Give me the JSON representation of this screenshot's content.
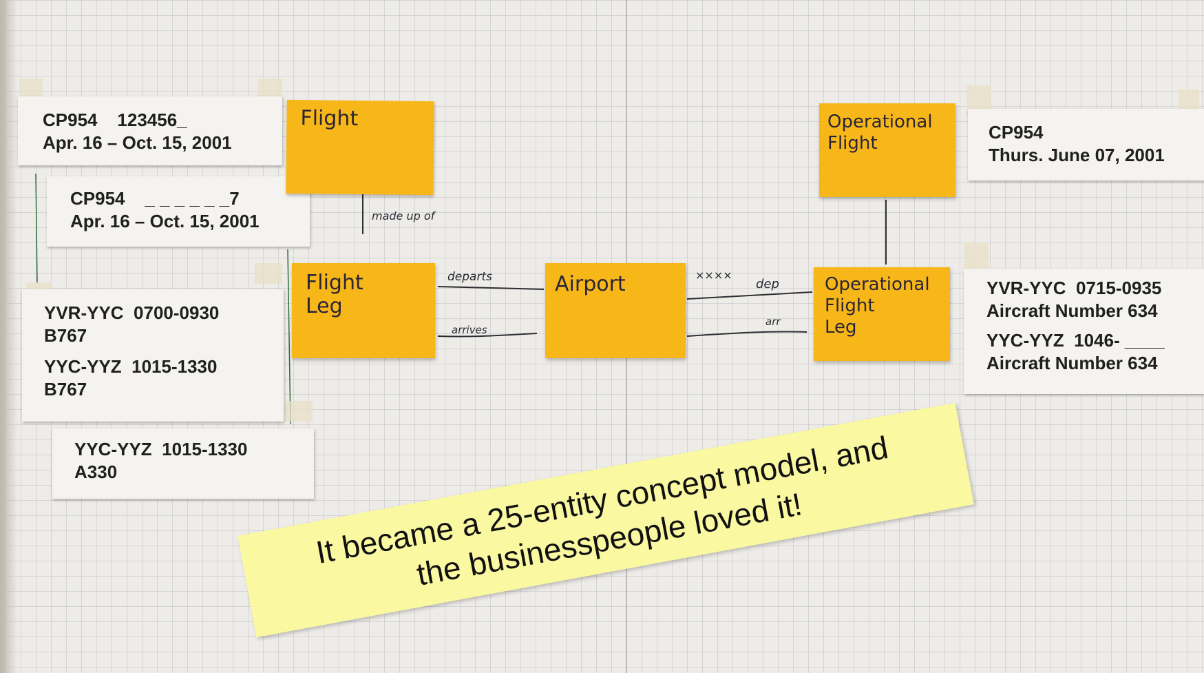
{
  "schedule_cards": [
    {
      "lines": [
        "CP954    123456_",
        "Apr. 16 – Oct. 15, 2001"
      ]
    },
    {
      "lines": [
        "CP954    _ _ _ _ _ _7",
        "Apr. 16 – Oct. 15, 2001"
      ]
    },
    {
      "lines": [
        "YVR-YYC  0700-0930",
        "B767",
        "YYC-YYZ  1015-1330",
        "B767"
      ]
    },
    {
      "lines": [
        "YYC-YYZ  1015-1330",
        "A330"
      ]
    },
    {
      "lines": [
        "CP954",
        "Thurs. June 07, 2001"
      ]
    },
    {
      "lines": [
        "YVR-YYC  0715-0935",
        "Aircraft Number 634",
        "YYC-YYZ  1046- ____",
        "Aircraft Number 634"
      ]
    }
  ],
  "stickies": {
    "flight": [
      "Flight"
    ],
    "flight_leg": [
      "Flight",
      "Leg"
    ],
    "airport": [
      "Airport"
    ],
    "operational_flight": [
      "Operational",
      "Flight"
    ],
    "operational_flight_leg": [
      "Operational",
      "Flight",
      "Leg"
    ]
  },
  "relationship_labels": {
    "made_of": "made up of",
    "departs": "departs",
    "arrives": "arrives",
    "scribble": "××××",
    "dep": "dep",
    "arr": "arr"
  },
  "banner": {
    "line1": "It became a 25-entity concept model, and",
    "line2": "the businesspeople loved it!"
  },
  "colors": {
    "sticky": "#f8b719",
    "banner": "#fbf8a2",
    "card": "#f4f3ef",
    "grid_paper": "#eeece8"
  }
}
